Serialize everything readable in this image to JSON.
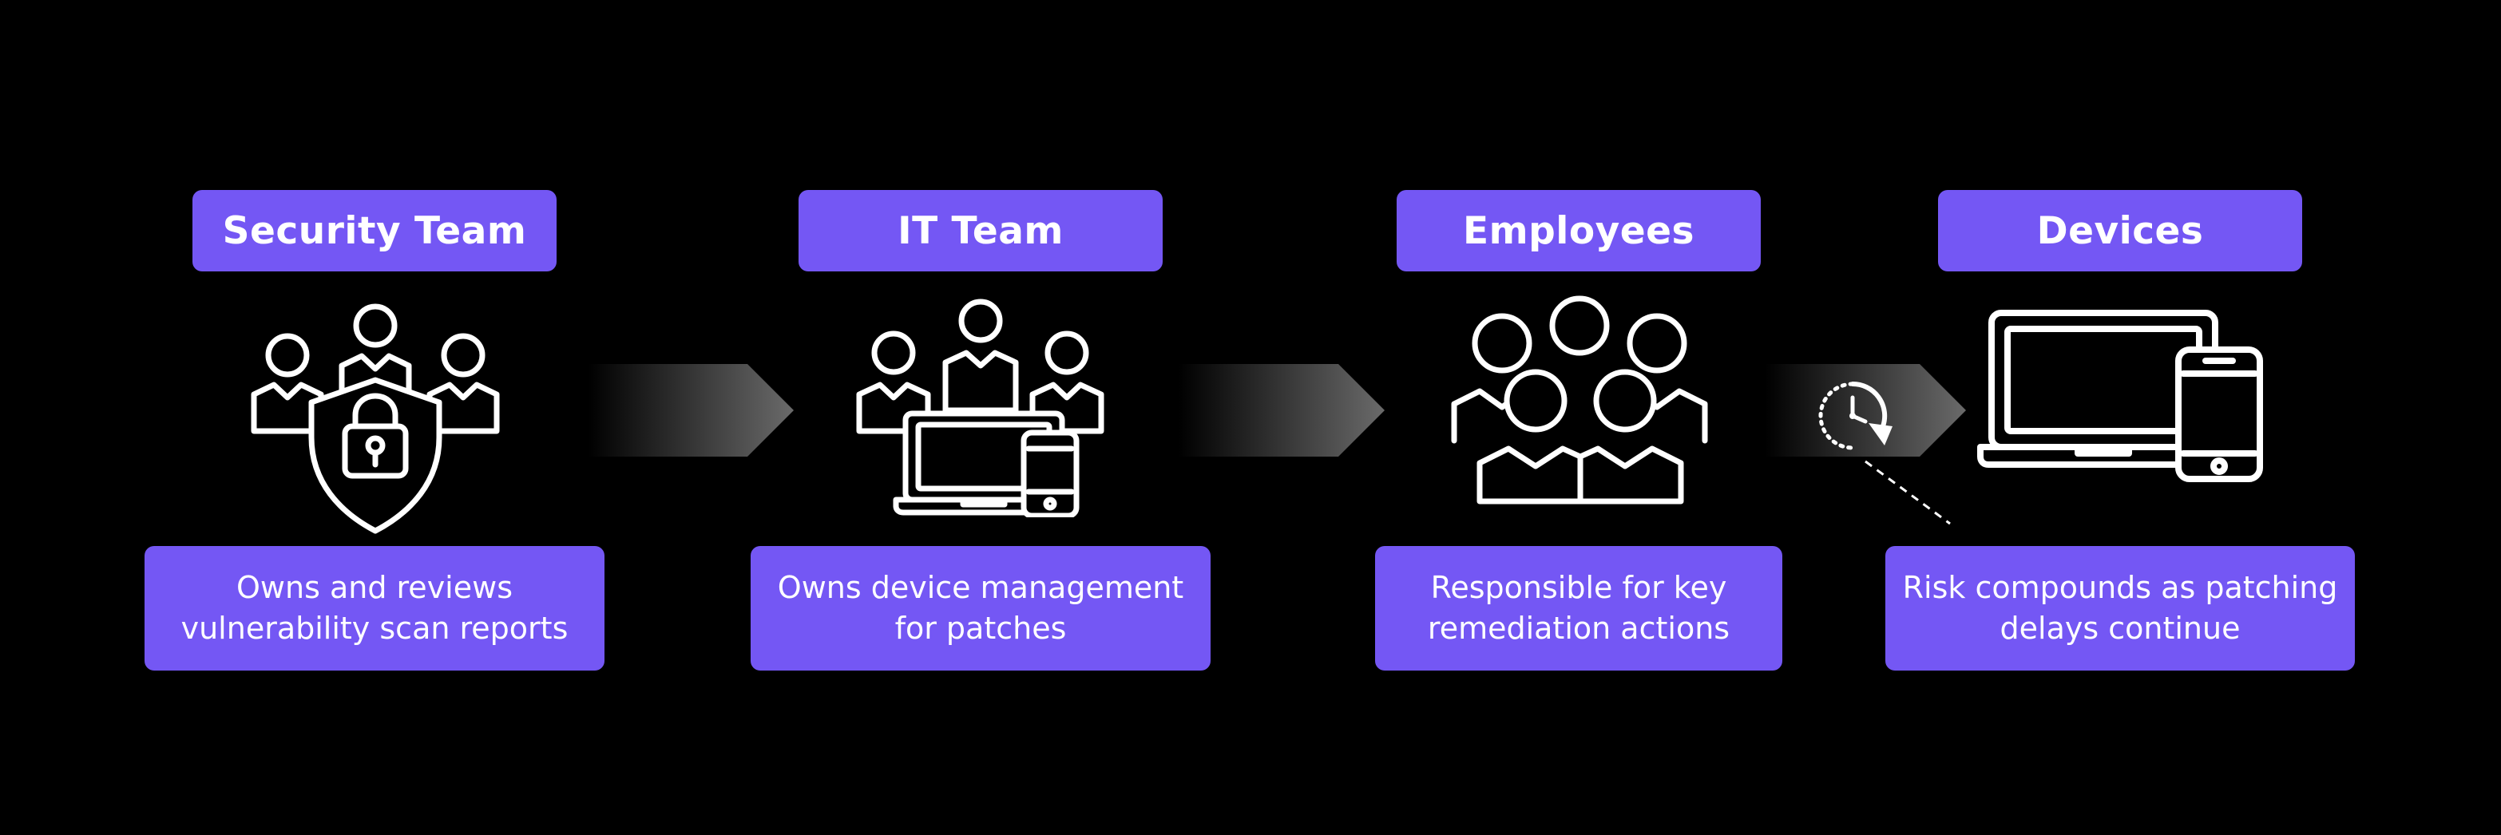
{
  "stages": [
    {
      "title": "Security Team",
      "description": "Owns and reviews vulnerability scan reports",
      "icon": "security-team-shield-lock-icon"
    },
    {
      "title": "IT Team",
      "description": "Owns device management for patches",
      "icon": "it-team-devices-icon"
    },
    {
      "title": "Employees",
      "description": "Responsible for key remediation actions",
      "icon": "employees-group-icon"
    },
    {
      "title": "Devices",
      "description": "Risk compounds as patching delays continue",
      "icon": "laptop-phone-icon"
    }
  ],
  "connectors": [
    {
      "icon": "gradient-arrow-icon"
    },
    {
      "icon": "gradient-arrow-icon"
    },
    {
      "icon": "clock-delay-arrow-icon"
    }
  ],
  "colors": {
    "background": "#000000",
    "accent": "#7457F4",
    "text": "#FFFFFF",
    "icon_stroke": "#FFFFFF"
  }
}
